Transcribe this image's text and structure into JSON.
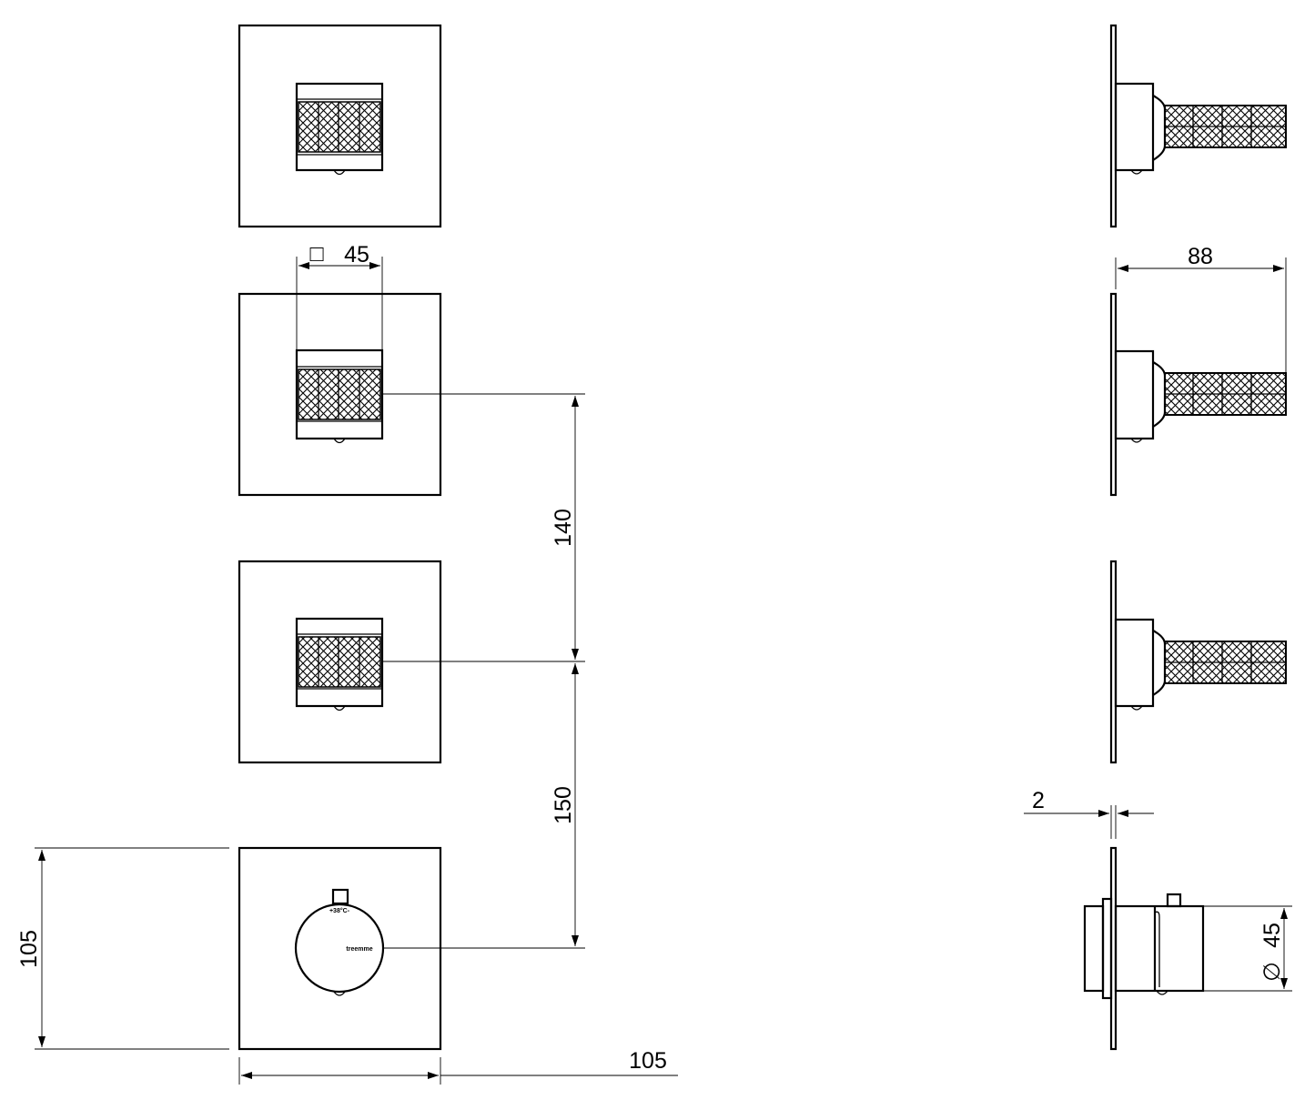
{
  "dimensions": {
    "knob_square": "45",
    "knob_square_symbol": "□",
    "depth": "88",
    "spacing_upper": "140",
    "spacing_lower": "150",
    "plate_height": "105",
    "plate_width": "105",
    "plate_thickness": "2",
    "dial_diameter": "45",
    "diameter_symbol": "∅"
  },
  "thermostat": {
    "scale_text": "+38°C-",
    "brand_text": "treemme"
  },
  "colors": {
    "line": "#000000",
    "background": "#ffffff"
  }
}
